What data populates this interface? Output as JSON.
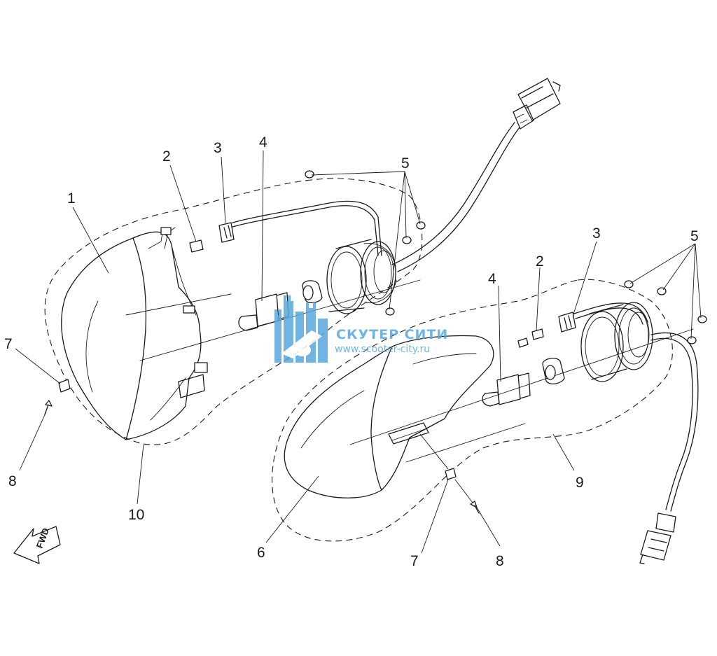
{
  "diagram": {
    "type": "exploded parts diagram",
    "direction_badge": "FWD",
    "left_assembly_callouts": [
      "1",
      "2",
      "3",
      "4",
      "5",
      "7",
      "8",
      "10"
    ],
    "right_assembly_callouts": [
      "2",
      "3",
      "4",
      "5",
      "6",
      "7",
      "8",
      "9"
    ]
  },
  "watermark": {
    "title": "СКУТЕР СИТИ",
    "url": "www.scooter-city.ru",
    "color": "#5aa8dc"
  },
  "colors": {
    "line": "#1a1a1a",
    "background": "#ffffff"
  }
}
